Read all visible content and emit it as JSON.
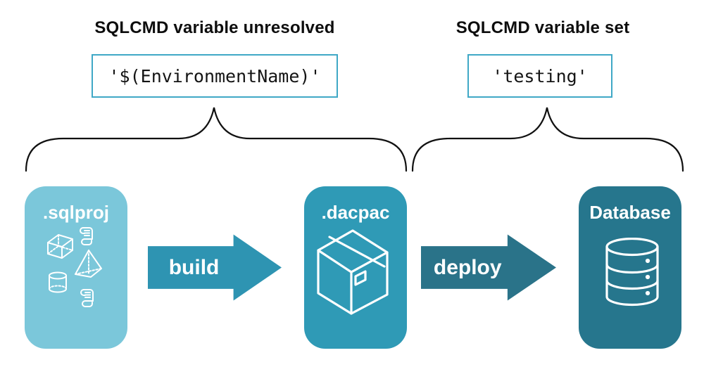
{
  "diagram": {
    "annotations": {
      "unresolved": {
        "heading": "SQLCMD variable unresolved",
        "value": "'$(EnvironmentName)'"
      },
      "set": {
        "heading": "SQLCMD variable set",
        "value": "'testing'"
      }
    },
    "pipeline": {
      "sqlproj": {
        "label": ".sqlproj",
        "icons": [
          "scroll-icon",
          "cube-icon",
          "pyramid-icon",
          "cylinder-icon",
          "scroll-icon"
        ]
      },
      "build": {
        "label": "build"
      },
      "dacpac": {
        "label": ".dacpac",
        "icons": [
          "package-icon"
        ]
      },
      "deploy": {
        "label": "deploy"
      },
      "database": {
        "label": "Database",
        "icons": [
          "database-icon"
        ]
      }
    },
    "colors": {
      "sqlproj_bg": "#7BC7DA",
      "dacpac_bg": "#2F9AB6",
      "database_bg": "#26768D",
      "build_arrow": "#2E94B2",
      "deploy_arrow": "#2A7389",
      "code_border": "#3FA8C6",
      "brace": "#111111",
      "icon_stroke": "#FFFFFF"
    }
  }
}
